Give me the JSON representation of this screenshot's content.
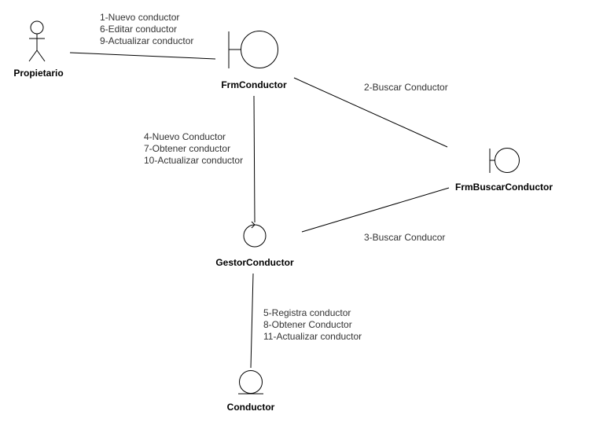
{
  "nodes": {
    "propietario": {
      "label": "Propietario",
      "kind": "actor"
    },
    "frm_conductor": {
      "label": "FrmConductor",
      "kind": "boundary"
    },
    "frm_buscar_conductor": {
      "label": "FrmBuscarConductor",
      "kind": "boundary"
    },
    "gestor_conductor": {
      "label": "GestorConductor",
      "kind": "control"
    },
    "conductor": {
      "label": "Conductor",
      "kind": "entity"
    }
  },
  "messages": {
    "propietario_frm": [
      "1-Nuevo conductor",
      "6-Editar conductor",
      "9-Actualizar conductor"
    ],
    "frm_buscar": [
      "2-Buscar Conductor"
    ],
    "frm_gestor": [
      "4-Nuevo Conductor",
      "7-Obtener conductor",
      "10-Actualizar conductor"
    ],
    "buscar_gestor": [
      "3-Buscar Conducor"
    ],
    "gestor_conductor": [
      "5-Registra conductor",
      "8-Obtener Conductor",
      "11-Actualizar conductor"
    ]
  },
  "colors": {
    "line": "#000000",
    "text": "#333333"
  }
}
